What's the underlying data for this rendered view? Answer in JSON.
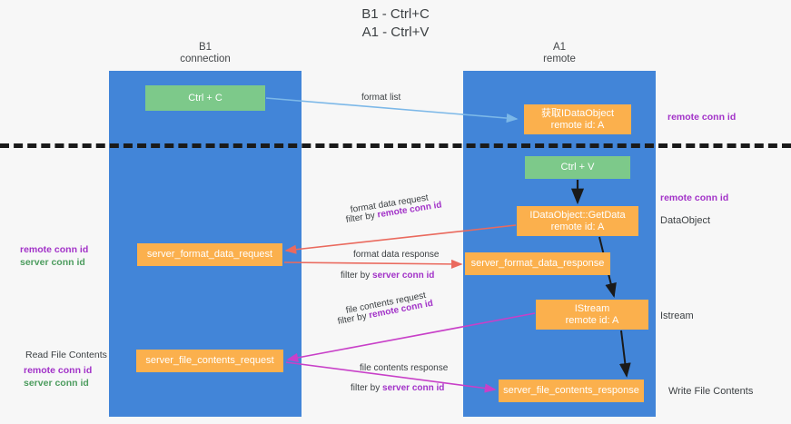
{
  "diagram": {
    "title_line1": "B1 - Ctrl+C",
    "title_line2": "A1 - Ctrl+V",
    "colors": {
      "lane": "#4285d8",
      "green_box": "#7dc98a",
      "orange_box": "#fbb04d",
      "purple_text": "#a232c8",
      "green_text": "#4c9c5e",
      "red_arrow": "#ea6a5e",
      "magenta_arrow": "#c840c8",
      "blue_arrow": "#7cb8e8",
      "black_arrow": "#1a1a1a",
      "background": "#f7f7f7"
    },
    "lanes": [
      {
        "id": "b1",
        "title": "B1",
        "subtitle": "connection"
      },
      {
        "id": "a1",
        "title": "A1",
        "subtitle": "remote"
      }
    ],
    "boxes": {
      "ctrl_c": "Ctrl + C",
      "ctrl_v": "Ctrl + V",
      "get_dataobject_line1": "获取IDataObject",
      "get_dataobject_line2": "remote id: A",
      "getdata_line1": "IDataObject::GetData",
      "getdata_line2": "remote id: A",
      "istream_line1": "IStream",
      "istream_line2": "remote id: A",
      "server_format_data_request": "server_format_data_request",
      "server_format_data_response": "server_format_data_response",
      "server_file_contents_request": "server_file_contents_request",
      "server_file_contents_response": "server_file_contents_response"
    },
    "edge_labels": {
      "format_list": "format list",
      "format_data_request": "format data request",
      "format_data_request_filter_prefix": "filter by ",
      "format_data_request_filter_key": "remote conn id",
      "format_data_response": "format data response",
      "format_data_response_filter_prefix": "filter by ",
      "format_data_response_filter_key": "server conn id",
      "file_contents_request": "file contents request",
      "file_contents_request_filter_prefix": "filter by ",
      "file_contents_request_filter_key": "remote conn id",
      "file_contents_response": "file contents response",
      "file_contents_response_filter_prefix": "filter by ",
      "file_contents_response_filter_key": "server conn id"
    },
    "annotations": {
      "remote_conn_id_top": "remote conn id",
      "remote_conn_id_mid": "remote conn id",
      "dataobject": "DataObject",
      "istream": "Istream",
      "write_file_contents": "Write File Contents",
      "read_file_contents": "Read File Contents",
      "left_remote_conn_id_1": "remote conn id",
      "left_server_conn_id_1": "server conn id",
      "left_remote_conn_id_2": "remote conn id",
      "left_server_conn_id_2": "server conn id"
    }
  }
}
